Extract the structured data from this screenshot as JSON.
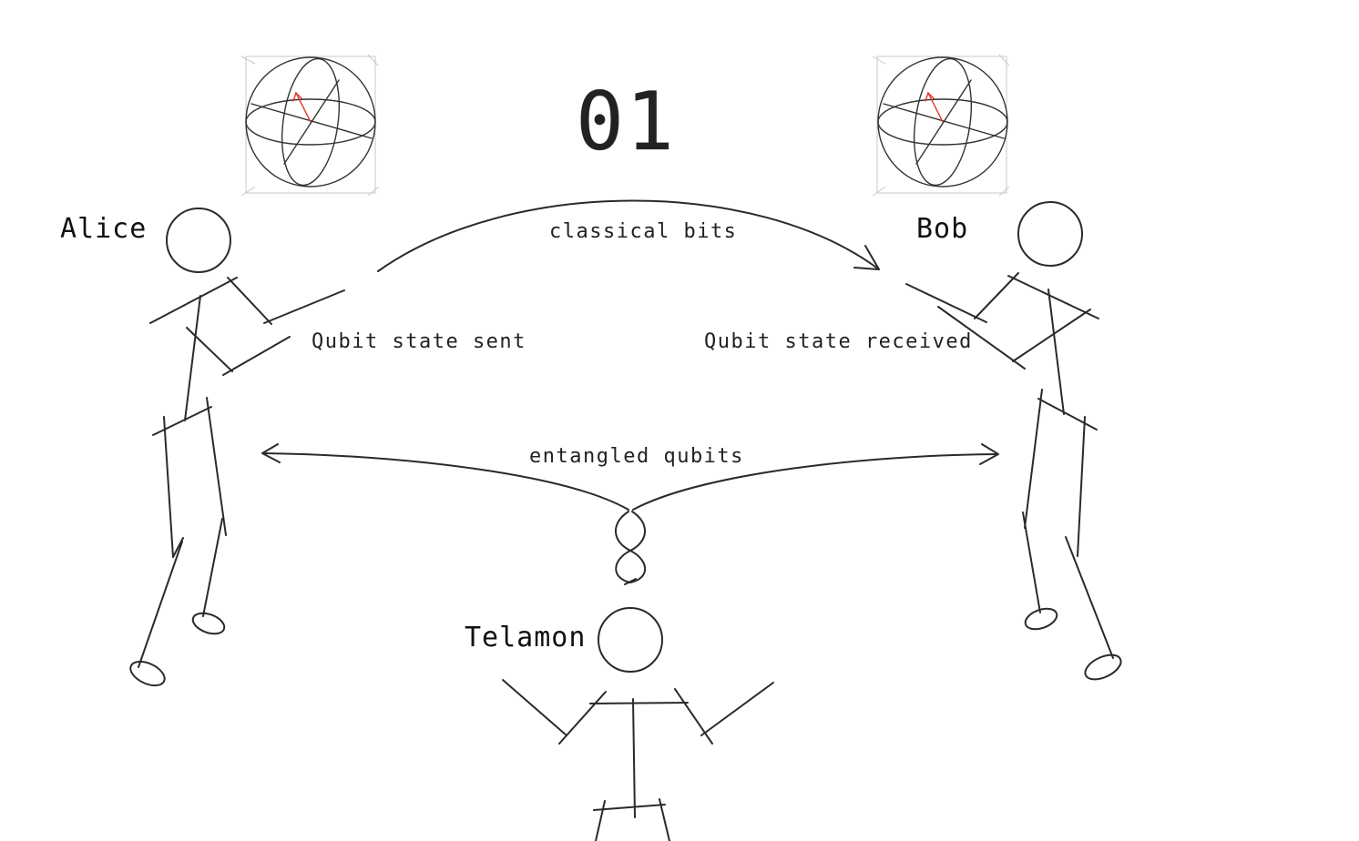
{
  "diagram": {
    "step_number": "01",
    "actors": {
      "alice": "Alice",
      "bob": "Bob",
      "telamon": "Telamon"
    },
    "edges": {
      "classical": "classical bits",
      "entangled": "entangled qubits"
    },
    "notes": {
      "sent": "Qubit state sent",
      "received": "Qubit state received"
    },
    "colors": {
      "ink": "#2a2a2a",
      "state_vector": "#e0392b",
      "guide": "#c8c8c8"
    },
    "icons": {
      "bloch_sphere": "bloch-sphere-icon",
      "entanglement": "twisted-pair-icon"
    }
  }
}
